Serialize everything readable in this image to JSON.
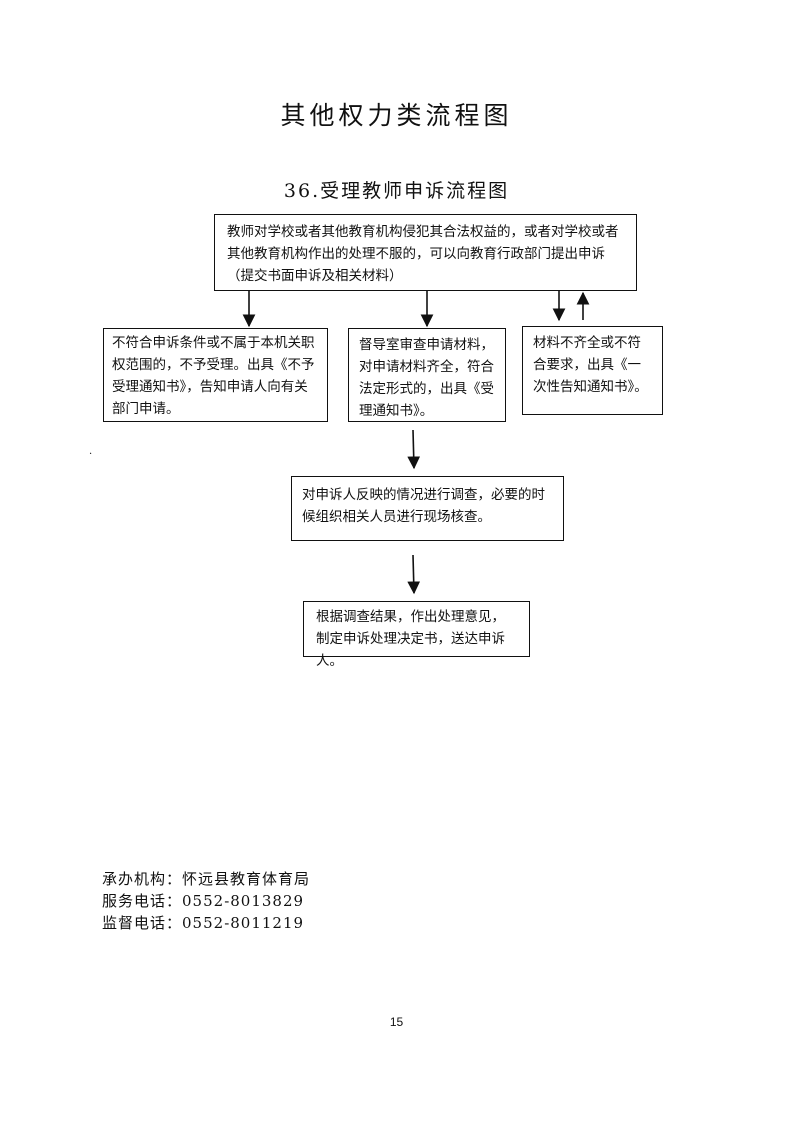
{
  "page": {
    "title": "其他权力类流程图",
    "subtitle": "36.受理教师申诉流程图",
    "page_number": "15",
    "stray_mark": "."
  },
  "flowchart": {
    "nodes": {
      "submit": "教师对学校或者其他教育机构侵犯其合法权益的，或者对学校或者其他教育机构作出的处理不服的，可以向教育行政部门提出申诉（提交书面申诉及相关材料）",
      "reject": "不符合申诉条件或不属于本机关职权范围的，不予受理。出具《不予受理通知书》，告知申请人向有关部门申请。",
      "review": "督导室审查申请材料，对申请材料齐全，符合法定形式的，出具《受理通知书》。",
      "incomplete": "材料不齐全或不符合要求，出具《一次性告知通知书》。",
      "investigate": "对申诉人反映的情况进行调查，必要的时候组织相关人员进行现场核查。",
      "decide": "根据调查结果，作出处理意见，制定申诉处理决定书，送达申诉人。"
    },
    "edges": [
      {
        "from": "submit",
        "to": "reject"
      },
      {
        "from": "submit",
        "to": "review"
      },
      {
        "from": "submit",
        "to": "incomplete"
      },
      {
        "from": "incomplete",
        "to": "submit"
      },
      {
        "from": "review",
        "to": "investigate"
      },
      {
        "from": "investigate",
        "to": "decide"
      }
    ]
  },
  "footer": {
    "agency_label": "承办机构：",
    "agency_value": "怀远县教育体育局",
    "service_phone_label": "服务电话：",
    "service_phone_value": "0552-8013829",
    "supervision_phone_label": "监督电话：",
    "supervision_phone_value": "0552-8011219"
  }
}
